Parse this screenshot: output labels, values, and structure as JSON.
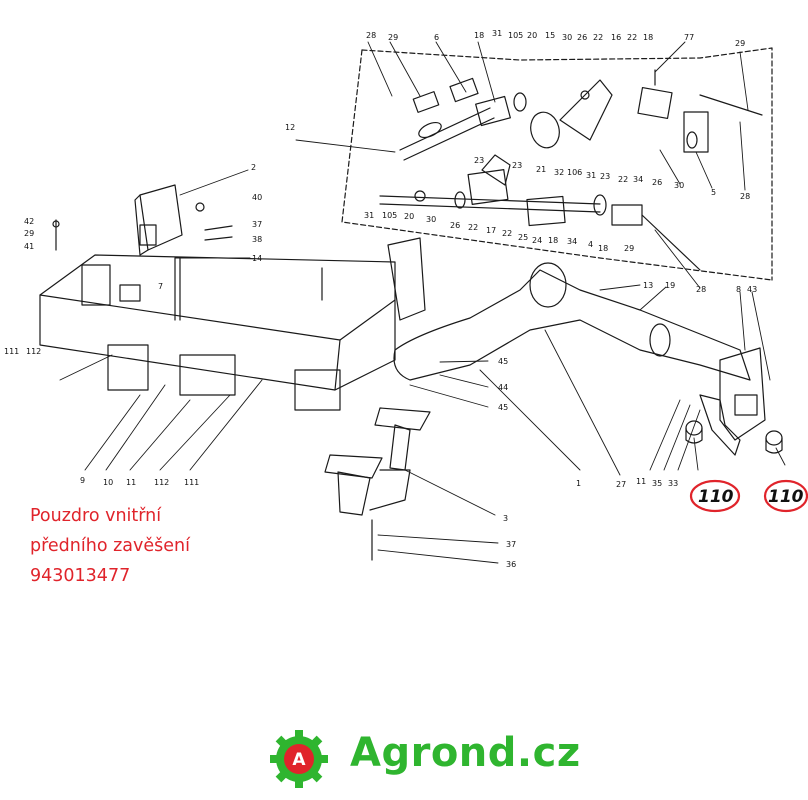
{
  "caption": {
    "line1": "Pouzdro vnitřní",
    "line2": "předního zavěšení",
    "line3": "943013477"
  },
  "callouts": [
    {
      "label": "110"
    },
    {
      "label": "110"
    }
  ],
  "brand": {
    "name": "Agrond.cz",
    "logo_letter": "A",
    "green": "#2fb52f",
    "red": "#e0242b"
  },
  "part_numbers": {
    "inset_top": [
      "28",
      "29",
      "6",
      "18",
      "31",
      "105",
      "20",
      "15",
      "30",
      "26",
      "22",
      "16",
      "22",
      "18",
      "77",
      "29"
    ],
    "inset_mid": [
      "12",
      "23",
      "23",
      "21",
      "32",
      "106",
      "31",
      "23",
      "22",
      "34",
      "26",
      "30",
      "5",
      "28"
    ],
    "inset_bottom": [
      "31",
      "105",
      "20",
      "30",
      "26",
      "22",
      "17",
      "22",
      "25",
      "24",
      "18",
      "34",
      "4",
      "18",
      "29",
      "28"
    ],
    "left": [
      "2",
      "40",
      "37",
      "38",
      "14",
      "42",
      "29",
      "41",
      "7",
      "111",
      "112"
    ],
    "center": [
      "13",
      "19",
      "8",
      "43",
      "45",
      "44",
      "45"
    ],
    "bottom_row": [
      "9",
      "10",
      "11",
      "112",
      "111",
      "1",
      "27",
      "11",
      "35",
      "33",
      "3",
      "37",
      "36"
    ]
  }
}
